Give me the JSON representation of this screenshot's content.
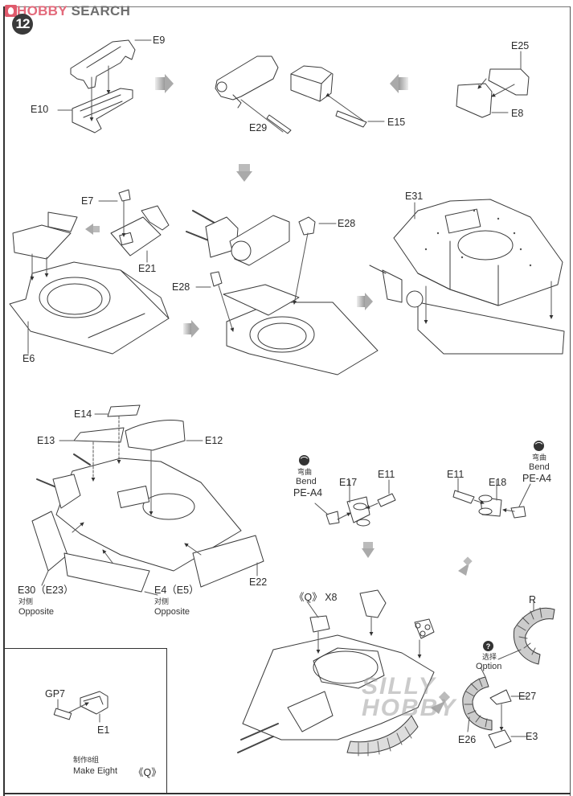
{
  "watermark": {
    "brand": "HOBBY",
    "suffix": " SEARCH"
  },
  "step": {
    "number": "12"
  },
  "row1": {
    "e9": "E9",
    "e10": "E10",
    "e29": "E29",
    "e15": "E15",
    "e25": "E25",
    "e8": "E8"
  },
  "row2": {
    "e7": "E7",
    "e21": "E21",
    "e6": "E6",
    "e28_top": "E28",
    "e28_left": "E28",
    "e31": "E31"
  },
  "row3": {
    "e14": "E14",
    "e13": "E13",
    "e12": "E12",
    "e30": "E30（E23）",
    "e4": "E4（E5）",
    "e22": "E22",
    "opposite_cn": "对侧",
    "opposite_en": "Opposite"
  },
  "bend_left": {
    "icon": "bend-icon",
    "cn": "弯曲",
    "en": "Bend",
    "part": "PE-A4",
    "e17": "E17",
    "e11": "E11"
  },
  "bend_right": {
    "icon": "bend-icon",
    "cn": "弯曲",
    "en": "Bend",
    "part": "PE-A4",
    "e18": "E18",
    "e11": "E11"
  },
  "final": {
    "q_x8": "《Q》 X8",
    "r": "R",
    "option_badge": "?",
    "option_cn": "选择",
    "option_en": "Option",
    "e27": "E27",
    "e26": "E26",
    "e3": "E3"
  },
  "inset": {
    "gp7": "GP7",
    "e1": "E1",
    "make_cn": "制作8组",
    "make_en": "Make Eight",
    "sub_id": "《Q》"
  },
  "overlay_mark": {
    "line1": "SILLY",
    "line2": "HOBBY"
  }
}
